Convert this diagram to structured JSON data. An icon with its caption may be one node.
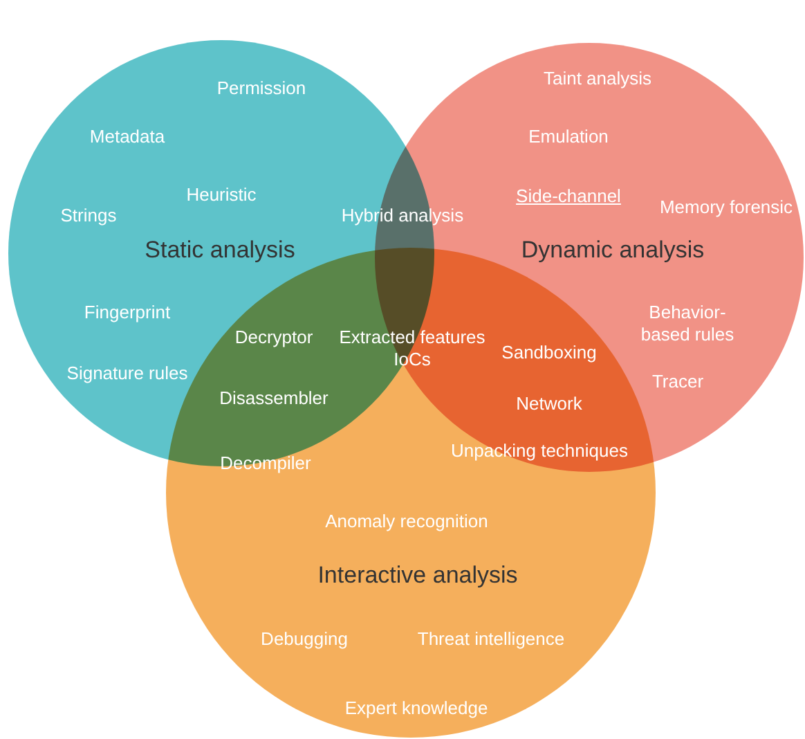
{
  "diagram": {
    "nodes": [
      {
        "text": [
          "Static analysis"
        ]
      },
      {
        "text": [
          "Dynamic analysis"
        ]
      },
      {
        "text": [
          "Interactive analysis"
        ]
      }
    ],
    "edges": [],
    "labels": [
      "Taint analysis",
      "Permission",
      "Metadata",
      "Emulation",
      "Heuristic",
      "Side-channel",
      "Memory forensic",
      "Strings",
      "Hybrid analysis",
      "Fingerprint",
      "Behavior-based rules",
      "Decryptor",
      "Extracted features IoCs",
      "Sandboxing",
      "Signature rules",
      "Tracer",
      "Disassembler",
      "Network",
      "Unpacking techniques",
      "Decompiler",
      "Anomaly recognition",
      "Debugging",
      "Threat intelligence",
      "Expert knowledge"
    ]
  }
}
